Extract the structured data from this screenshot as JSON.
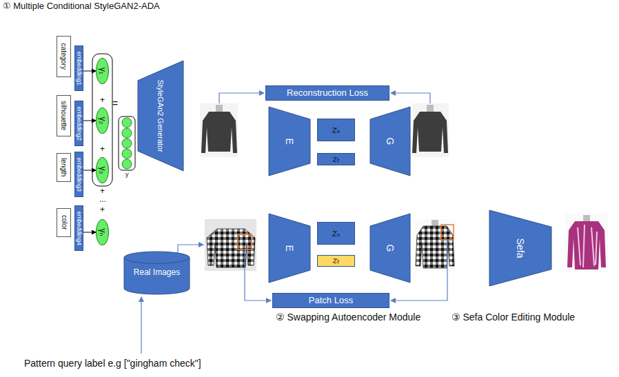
{
  "diagram": {
    "title": "① Multiple Conditional StyleGAN2-ADA",
    "nodes": [
      {
        "text": [
          "category"
        ]
      },
      {
        "text": [
          "embedding1"
        ]
      },
      {
        "text": [
          "silhouette"
        ]
      },
      {
        "text": [
          "embedding2"
        ]
      },
      {
        "text": [
          "length"
        ]
      },
      {
        "text": [
          "embedding3"
        ]
      },
      {
        "text": [
          "color"
        ]
      },
      {
        "text": [
          "embedding4"
        ]
      },
      {
        "text": [
          "γ₁"
        ]
      },
      {
        "text": [
          "γ₂"
        ]
      },
      {
        "text": [
          "γ₃"
        ]
      },
      {
        "text": [
          "γₙ"
        ]
      },
      {
        "text": [
          "StyleGAn2 Generator"
        ]
      },
      {
        "text": [
          "Reconstruction Loss"
        ]
      },
      {
        "text": [
          "E"
        ]
      },
      {
        "text": [
          "zₛ"
        ]
      },
      {
        "text": [
          "zₜ"
        ]
      },
      {
        "text": [
          "G"
        ]
      },
      {
        "text": [
          "Real Images"
        ]
      },
      {
        "text": [
          "E"
        ]
      },
      {
        "text": [
          "zₛ"
        ]
      },
      {
        "text": [
          "zₜ"
        ]
      },
      {
        "text": [
          "G"
        ]
      },
      {
        "text": [
          "Patch Loss"
        ]
      },
      {
        "text": [
          "Sefa"
        ]
      }
    ],
    "edges": [
      {
        "from": 1,
        "to": 8,
        "arrow": "to"
      },
      {
        "from": 3,
        "to": 9,
        "arrow": "to"
      },
      {
        "from": 5,
        "to": 10,
        "arrow": "to"
      },
      {
        "from": 7,
        "to": 11,
        "arrow": "to"
      }
    ],
    "labels": [
      "+",
      "+",
      "+",
      "...",
      "+",
      "=",
      "y",
      "② Swapping Autoencoder Module",
      "③ Sefa Color Editing Module",
      "Pattern query label e.g [\"gingham check\"]"
    ]
  }
}
